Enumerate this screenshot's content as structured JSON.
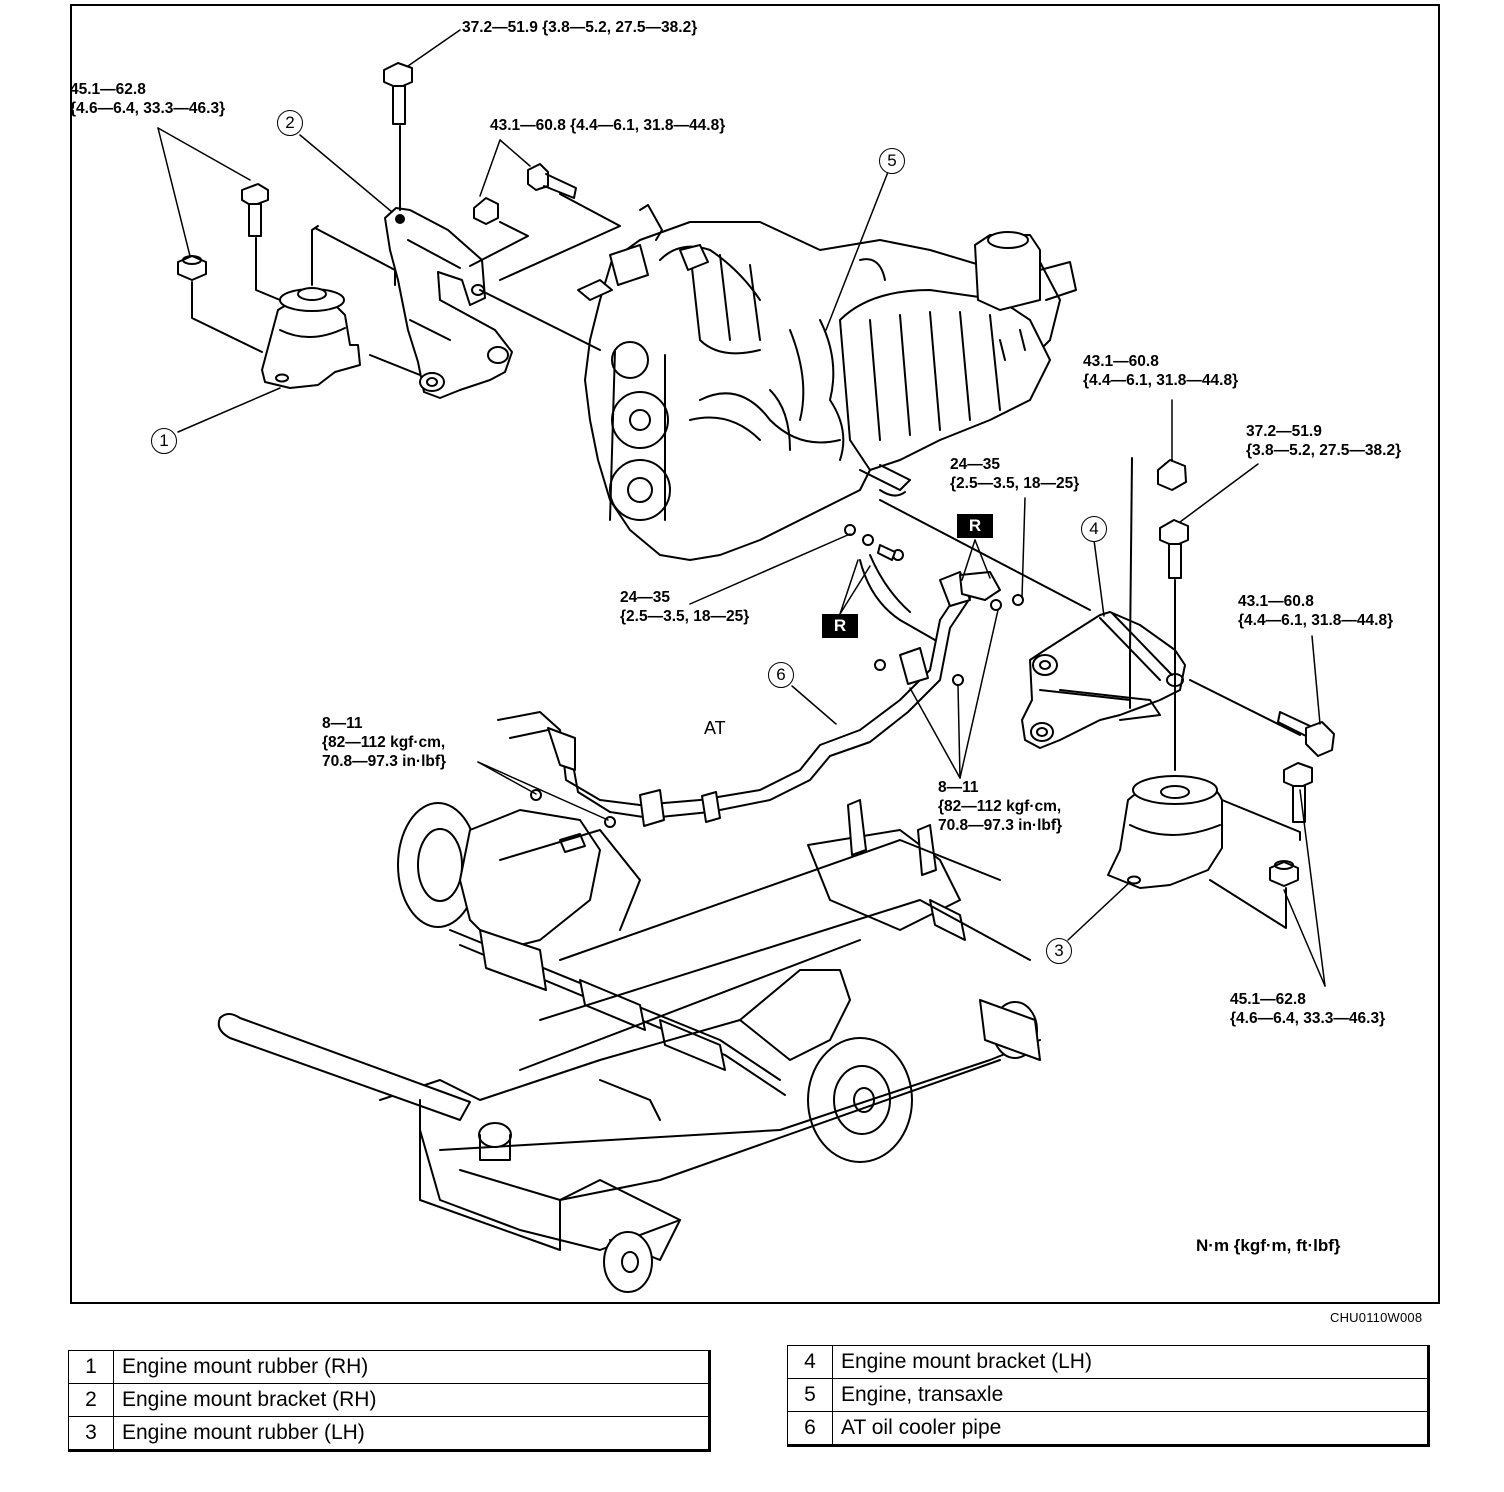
{
  "callouts": {
    "c1": "1",
    "c2": "2",
    "c3": "3",
    "c4": "4",
    "c5": "5",
    "c6": "6"
  },
  "torque_labels": {
    "top_center": [
      "37.2—51.9 {3.8—5.2, 27.5—38.2}"
    ],
    "top_left": [
      "45.1—62.8",
      "{4.6—6.4, 33.3—46.3}"
    ],
    "top_mid": [
      "43.1—60.8 {4.4—6.1, 31.8—44.8}"
    ],
    "right_upper": [
      "43.1—60.8",
      "{4.4—6.1, 31.8—44.8}"
    ],
    "right_upper2": [
      "37.2—51.9",
      "{3.8—5.2, 27.5—38.2}"
    ],
    "mid_24_35_a": [
      "24—35",
      "{2.5—3.5, 18—25}"
    ],
    "mid_24_35_b": [
      "24—35",
      "{2.5—3.5, 18—25}"
    ],
    "right_mid": [
      "43.1—60.8",
      "{4.4—6.1, 31.8—44.8}"
    ],
    "left_8_11": [
      "8—11",
      "{82—112 kgf·cm,",
      "70.8—97.3 in·lbf}"
    ],
    "right_8_11": [
      "8—11",
      "{82—112 kgf·cm,",
      "70.8—97.3 in·lbf}"
    ],
    "bottom_right": [
      "45.1—62.8",
      "{4.6—6.4, 33.3—46.3}"
    ]
  },
  "r_tags": {
    "r1": "R",
    "r2": "R"
  },
  "at_label": "AT",
  "units_note": "N·m {kgf·m, ft·lbf}",
  "figure_code": "CHU0110W008",
  "legend": {
    "left": [
      {
        "num": "1",
        "desc": "Engine mount rubber (RH)"
      },
      {
        "num": "2",
        "desc": "Engine mount bracket (RH)"
      },
      {
        "num": "3",
        "desc": "Engine mount rubber (LH)"
      }
    ],
    "right": [
      {
        "num": "4",
        "desc": "Engine mount bracket (LH)"
      },
      {
        "num": "5",
        "desc": "Engine, transaxle"
      },
      {
        "num": "6",
        "desc": "AT oil cooler pipe"
      }
    ]
  }
}
